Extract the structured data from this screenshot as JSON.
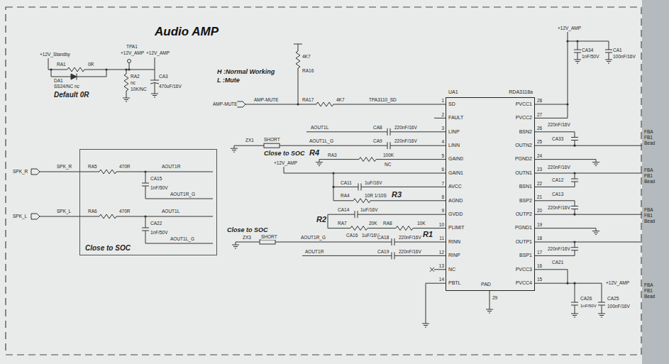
{
  "diagram": {
    "title": "Audio AMP",
    "nodes": [
      {
        "text": [
          "Close to SOC"
        ]
      },
      {
        "text": [
          "UA1",
          "RDA3118a"
        ]
      }
    ],
    "labels": [
      "+12V_Standby",
      "TPA1",
      "+12V_AMP",
      "+12V_AMP",
      "RA1",
      "0R",
      "DA1",
      "SS24/NC nc",
      "Default 0R",
      "RA2",
      "nc",
      "10K/NC",
      "CA3",
      "470uF/16V",
      "H :Normal Working",
      "L :Mute",
      "4K7",
      "RA16",
      "AMP-MUTE",
      "AMP-MUTE",
      "RA17",
      "4K7",
      "TPA3110_SD",
      "AOUT1L",
      "CA8",
      "220nF/16V",
      "ZX1",
      "SHORT",
      "AOUT1L_G",
      "CA9",
      "220nF/16V",
      "Close to SOC",
      "+12V_AMP",
      "R4",
      "RA3",
      "100K",
      "NC",
      "CA11",
      "1uF/16V",
      "R3",
      "RA4",
      "10R 1/10S",
      "R2",
      "CA14",
      "1uF/16V",
      "RA7",
      "20K",
      "RA8",
      "10K",
      "R1",
      "CA16",
      "1uF/16V",
      "Close to SOC",
      "ZX3",
      "SHORT",
      "AOUT1R_G",
      "CA18",
      "220nF/16V",
      "AOUT1R",
      "CA19",
      "220nF/16V",
      "1",
      "SD",
      "2",
      "FAULT",
      "3",
      "LINP",
      "4",
      "LINN",
      "5",
      "GAIN0",
      "6",
      "GAIN1",
      "7",
      "AVCC",
      "8",
      "AGND",
      "9",
      "GVDD",
      "10",
      "PLIMIT",
      "11",
      "RINN",
      "12",
      "RINP",
      "13",
      "NC",
      "14",
      "PBTL",
      "PVCC1",
      "28",
      "PVCC2",
      "27",
      "BSN2",
      "26",
      "OUTN2",
      "25",
      "PGND2",
      "24",
      "OUTN1",
      "23",
      "BSN1",
      "22",
      "BSP2",
      "21",
      "OUTP2",
      "20",
      "PGND1",
      "19",
      "OUTP1",
      "18",
      "BSP1",
      "17",
      "PVCC3",
      "16",
      "PVCC4",
      "15",
      "PAD",
      "29",
      "+12V_AMP",
      "CA34",
      "CA1",
      "1nF/50V",
      "100nF/16V",
      "220nF/16V",
      "CA33",
      "220nF/16V",
      "CA12",
      "CA13",
      "220nF/16V",
      "220nF/16V",
      "CA21",
      "+12V_AMP",
      "CA26",
      "CA25",
      "1nF/50V",
      "100nF/16V",
      "SPK_R",
      "SPK_R",
      "RA5",
      "470R",
      "AOUT1R",
      "CA15",
      "1nF/50V",
      "AOUT1R_G",
      "SPK_L",
      "SPK_L",
      "RA6",
      "470R",
      "AOUT1L",
      "CA22",
      "1nF/50V",
      "AOUT1L_G",
      "FBA",
      "FB1",
      "Bead",
      "FBA",
      "FB1",
      "Bead",
      "FBA",
      "FB1",
      "Bead",
      "FBA",
      "FB1",
      "Bead"
    ]
  }
}
